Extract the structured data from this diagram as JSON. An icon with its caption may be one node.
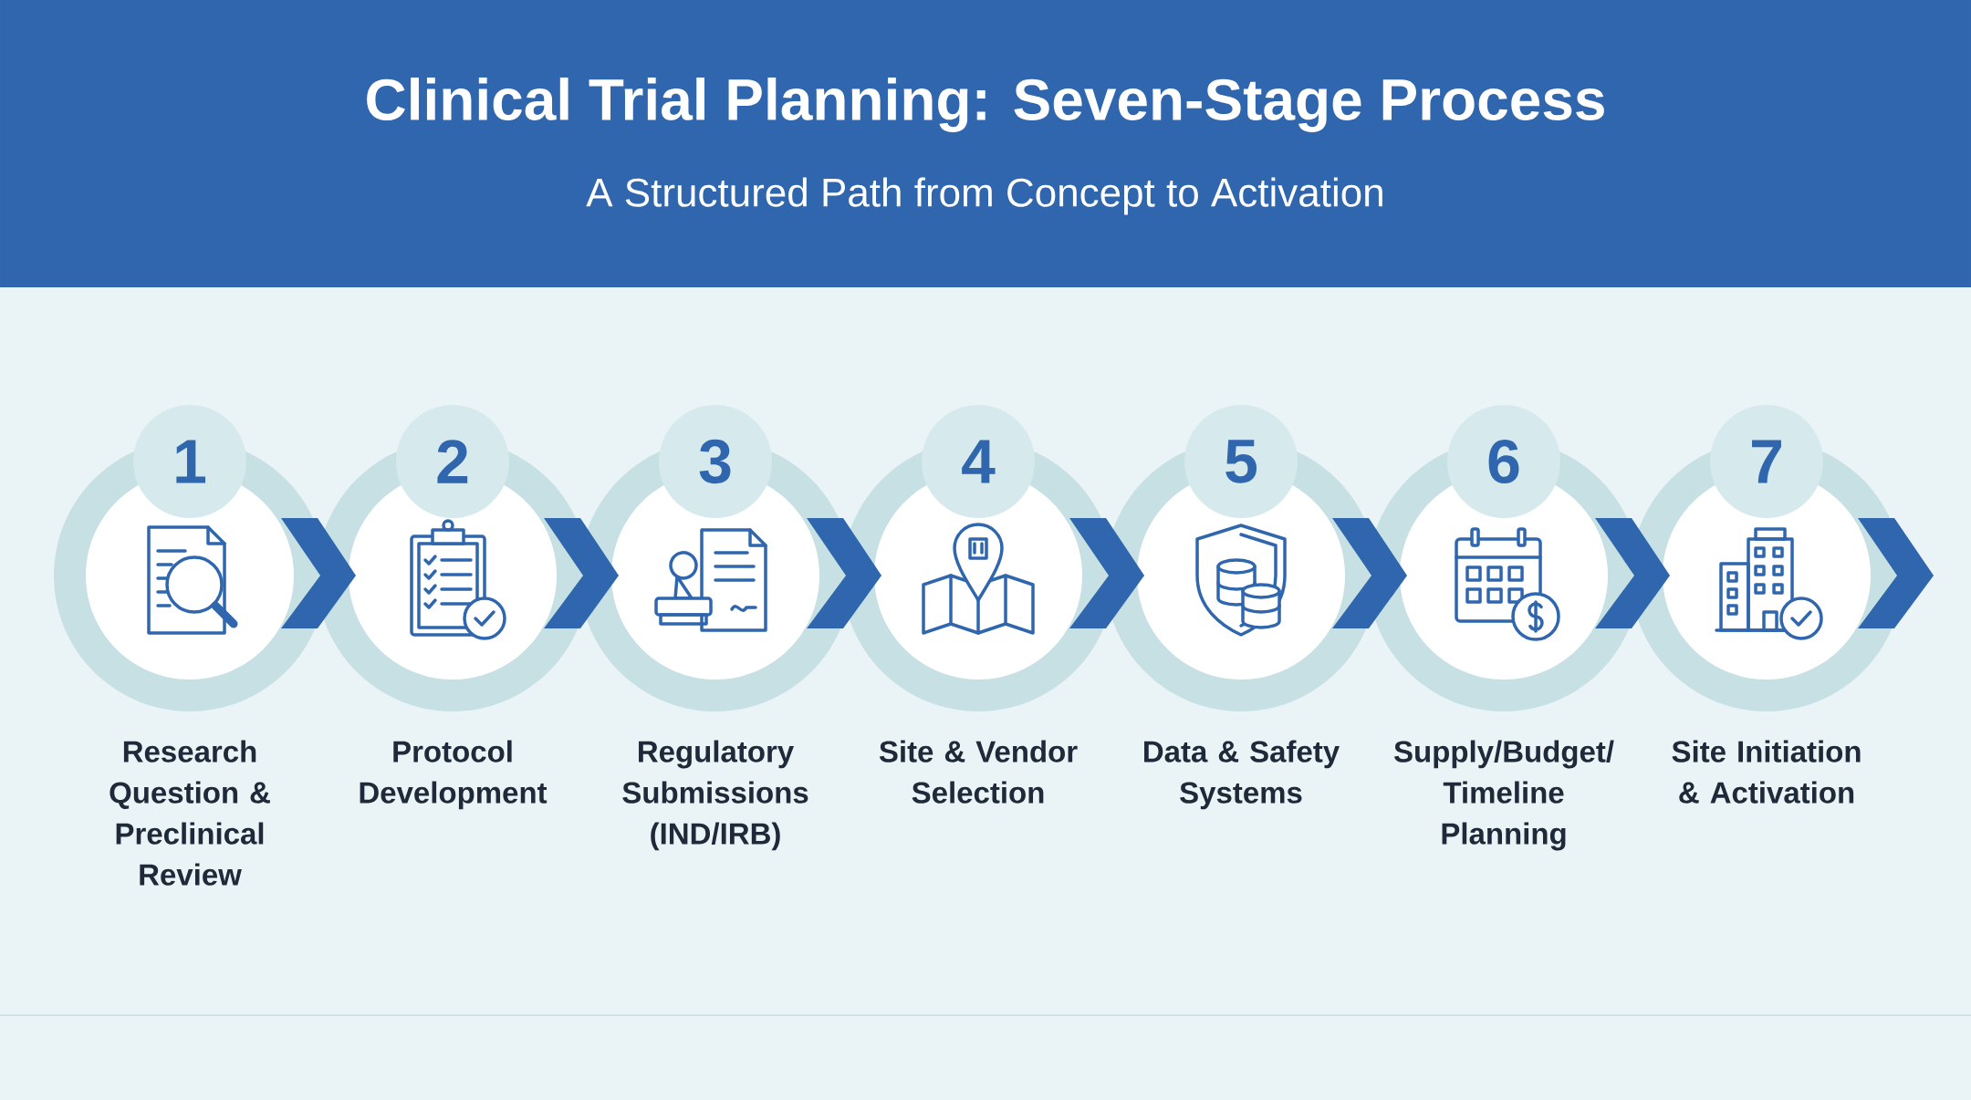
{
  "diagram": {
    "title": "Clinical Trial Planning: Seven-Stage Process",
    "caption": "A Structured Path from Concept to Activation",
    "nodes": [
      {
        "text": [
          "1",
          "Research Question & Preclinical Review"
        ]
      },
      {
        "text": [
          "2",
          "Protocol Development"
        ]
      },
      {
        "text": [
          "3",
          "Regulatory Submissions (IND/IRB)"
        ]
      },
      {
        "text": [
          "4",
          "Site & Vendor Selection"
        ]
      },
      {
        "text": [
          "5",
          "Data & Safety Systems"
        ]
      },
      {
        "text": [
          "6",
          "Supply/Budget/ Timeline Planning"
        ]
      },
      {
        "text": [
          "7",
          "Site Initiation & Activation"
        ]
      }
    ],
    "edges": [
      {
        "from": 0,
        "to": 1,
        "arrow": "to"
      },
      {
        "from": 1,
        "to": 2,
        "arrow": "to"
      },
      {
        "from": 2,
        "to": 3,
        "arrow": "to"
      },
      {
        "from": 3,
        "to": 4,
        "arrow": "to"
      },
      {
        "from": 4,
        "to": 5,
        "arrow": "to"
      },
      {
        "from": 5,
        "to": 6,
        "arrow": "to"
      },
      {
        "from": 6,
        "to": null,
        "arrow": "to"
      }
    ]
  }
}
